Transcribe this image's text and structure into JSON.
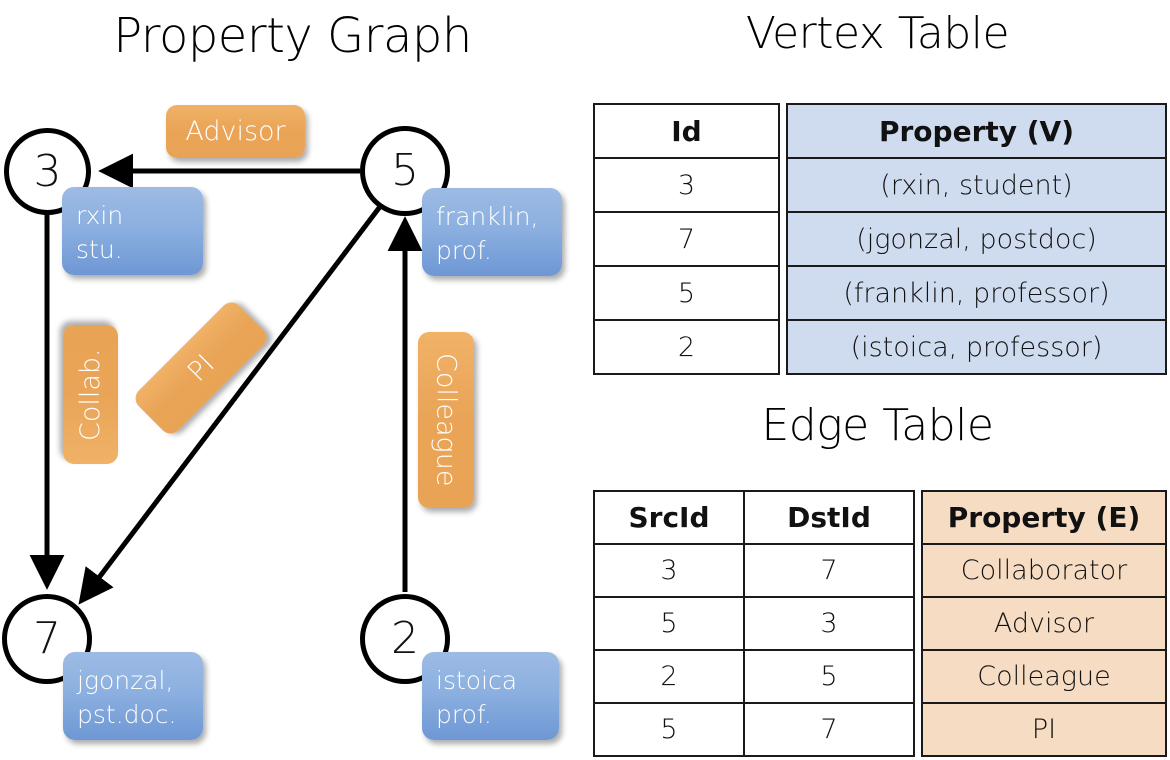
{
  "titles": {
    "property_graph": "Property Graph",
    "vertex_table": "Vertex Table",
    "edge_table": "Edge Table"
  },
  "colors": {
    "vertex_property_fill": "#cfdcef",
    "edge_property_fill": "#f5dcc3",
    "node_property_box": "#8cb0e0",
    "edge_label_box": "#e9a457",
    "stroke": "#000000"
  },
  "graph": {
    "nodes": [
      {
        "id": "3",
        "property_lines": [
          "rxin",
          "stu."
        ]
      },
      {
        "id": "5",
        "property_lines": [
          "franklin,",
          "prof."
        ]
      },
      {
        "id": "7",
        "property_lines": [
          "jgonzal,",
          "pst.doc."
        ]
      },
      {
        "id": "2",
        "property_lines": [
          "istoica",
          "prof."
        ]
      }
    ],
    "edge_labels": [
      {
        "name": "advisor",
        "text": "Advisor"
      },
      {
        "name": "collaborator",
        "text": "Collab."
      },
      {
        "name": "pi",
        "text": "PI"
      },
      {
        "name": "colleague",
        "text": "Colleague"
      }
    ]
  },
  "vertex_table": {
    "headers": [
      "Id",
      "Property (V)"
    ],
    "rows": [
      [
        "3",
        "(rxin, student)"
      ],
      [
        "7",
        "(jgonzal, postdoc)"
      ],
      [
        "5",
        "(franklin, professor)"
      ],
      [
        "2",
        "(istoica, professor)"
      ]
    ]
  },
  "edge_table": {
    "headers": [
      "SrcId",
      "DstId",
      "Property (E)"
    ],
    "rows": [
      [
        "3",
        "7",
        "Collaborator"
      ],
      [
        "5",
        "3",
        "Advisor"
      ],
      [
        "2",
        "5",
        "Colleague"
      ],
      [
        "5",
        "7",
        "PI"
      ]
    ]
  }
}
